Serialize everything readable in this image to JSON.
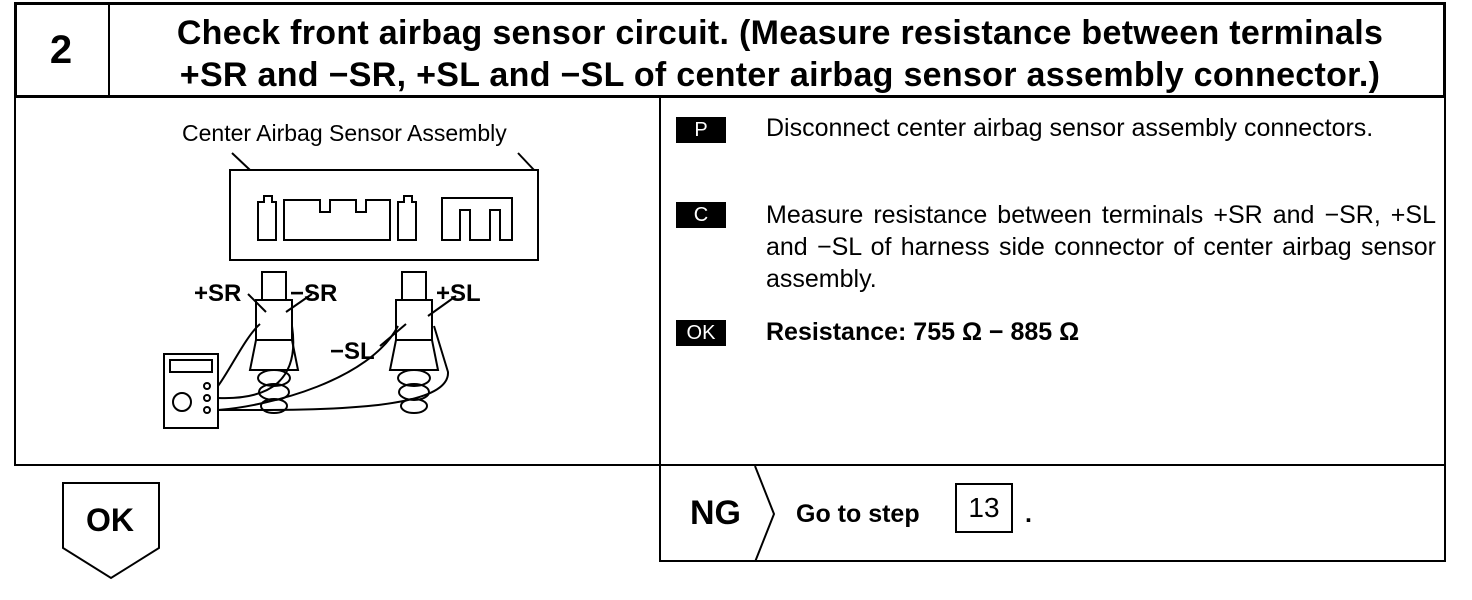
{
  "header": {
    "step_number": "2",
    "title_line1": "Check front airbag sensor circuit. (Measure resistance between terminals",
    "title_line2": "+SR and −SR, +SL and −SL of center airbag sensor assembly connector.)"
  },
  "diagram": {
    "caption": "Center Airbag Sensor Assembly",
    "label_plus_sr": "+SR",
    "label_minus_sr": "−SR",
    "label_plus_sl": "+SL",
    "label_minus_sl": "−SL",
    "meter_icon": "ohmmeter-icon"
  },
  "instructions": {
    "p_badge": "P",
    "p_text": "Disconnect center airbag sensor assembly connectors.",
    "c_badge": "C",
    "c_text": "Measure resistance between terminals +SR and −SR, +SL and −SL of harness side connector of center airbag sensor assembly.",
    "ok_badge": "OK",
    "ok_text": "Resistance:  755 Ω − 885 Ω"
  },
  "footer": {
    "ok_label": "OK",
    "ng_label": "NG",
    "goto_text": "Go to step",
    "goto_step": "13",
    "goto_period": "."
  }
}
